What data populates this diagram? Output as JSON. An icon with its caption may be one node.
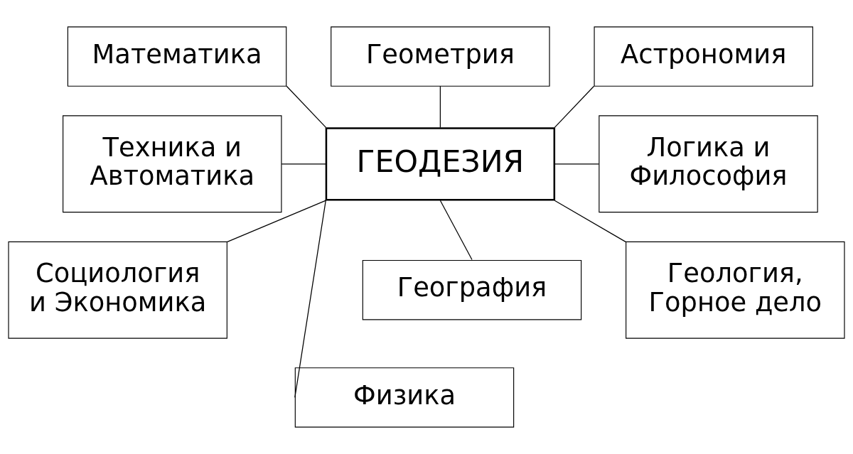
{
  "diagram": {
    "nodes": [
      {
        "text": [
          "Математика"
        ]
      },
      {
        "text": [
          "Геометрия"
        ]
      },
      {
        "text": [
          "Астрономия"
        ]
      },
      {
        "text": [
          "Техника и Автоматика"
        ]
      },
      {
        "text": [
          "ГЕОДЕЗИЯ"
        ]
      },
      {
        "text": [
          "Логика и Философия"
        ]
      },
      {
        "text": [
          "Социология и Экономика"
        ]
      },
      {
        "text": [
          "География"
        ]
      },
      {
        "text": [
          "Геология, Горное дело"
        ]
      },
      {
        "text": [
          "Физика"
        ]
      }
    ],
    "edges": [
      {
        "from": 4,
        "to": 0,
        "arrow": "none"
      },
      {
        "from": 4,
        "to": 1,
        "arrow": "none"
      },
      {
        "from": 4,
        "to": 2,
        "arrow": "none"
      },
      {
        "from": 4,
        "to": 3,
        "arrow": "none"
      },
      {
        "from": 4,
        "to": 5,
        "arrow": "none"
      },
      {
        "from": 4,
        "to": 6,
        "arrow": "none"
      },
      {
        "from": 4,
        "to": 7,
        "arrow": "none"
      },
      {
        "from": 4,
        "to": 8,
        "arrow": "none"
      },
      {
        "from": 4,
        "to": 9,
        "arrow": "none"
      }
    ]
  }
}
